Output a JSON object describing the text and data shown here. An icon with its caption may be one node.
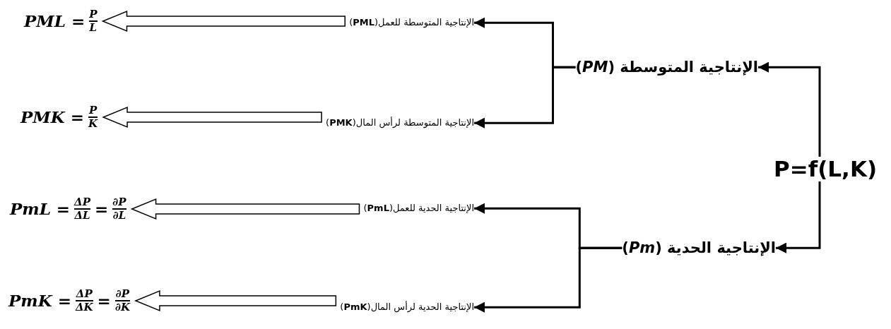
{
  "diagram": {
    "nodes": [
      {
        "text": [
          "P=f(L,K)"
        ]
      },
      {
        "text": [
          "الإنتاجية المتوسطة (*PM*)"
        ]
      },
      {
        "text": [
          "الإنتاجية الحدية (*Pm*)"
        ]
      },
      {
        "text": [
          "الإنتاجية المتوسطة للعمل(**PML**)"
        ]
      },
      {
        "text": [
          "الإنتاجية المتوسطة لرأس المال(**PMK**)"
        ]
      },
      {
        "text": [
          "الإنتاجية الحدية للعمل(**PmL**)"
        ]
      },
      {
        "text": [
          "الإنتاجية الحدية لرأس المال(**PmK**)"
        ]
      },
      {
        "text": [
          "PML =",
          "P",
          "L"
        ]
      },
      {
        "text": [
          "PMK =",
          "P",
          "K"
        ]
      },
      {
        "text": [
          "PmL =",
          "ΔP",
          "ΔL",
          "=",
          "∂P",
          "∂L"
        ]
      },
      {
        "text": [
          "PmK =",
          "ΔP",
          "ΔK",
          "=",
          "∂P",
          "∂K"
        ]
      }
    ],
    "edges": [
      {
        "from": 0,
        "to": 1,
        "arrow": "to"
      },
      {
        "from": 0,
        "to": 2,
        "arrow": "to"
      },
      {
        "from": 1,
        "to": 3,
        "arrow": "to"
      },
      {
        "from": 1,
        "to": 4,
        "arrow": "to"
      },
      {
        "from": 2,
        "to": 5,
        "arrow": "to"
      },
      {
        "from": 2,
        "to": 6,
        "arrow": "to"
      },
      {
        "from": 3,
        "to": 7,
        "arrow": "to",
        "style": "thick"
      },
      {
        "from": 4,
        "to": 8,
        "arrow": "to",
        "style": "thick"
      },
      {
        "from": 5,
        "to": 9,
        "arrow": "to",
        "style": "thick"
      },
      {
        "from": 6,
        "to": 10,
        "arrow": "to",
        "style": "thick"
      }
    ]
  }
}
